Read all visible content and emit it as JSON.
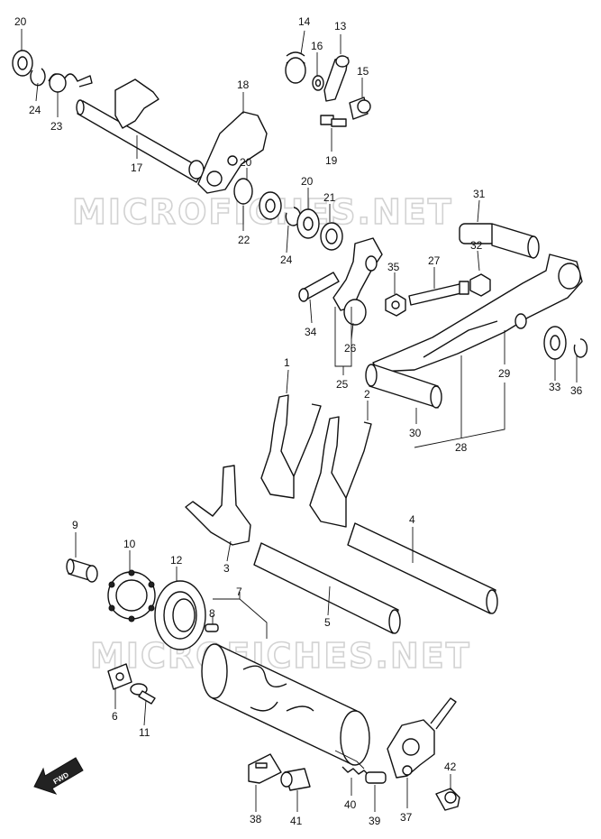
{
  "watermark": "MICROFICHES.NET",
  "direction_label": "FWD",
  "callouts": [
    "1",
    "2",
    "3",
    "4",
    "5",
    "6",
    "7",
    "8",
    "9",
    "10",
    "11",
    "12",
    "13",
    "14",
    "15",
    "16",
    "17",
    "18",
    "19",
    "20",
    "20",
    "21",
    "22",
    "23",
    "24",
    "24",
    "25",
    "26",
    "27",
    "28",
    "29",
    "30",
    "31",
    "32",
    "33",
    "34",
    "35",
    "36",
    "37",
    "38",
    "39",
    "40",
    "41",
    "42"
  ]
}
